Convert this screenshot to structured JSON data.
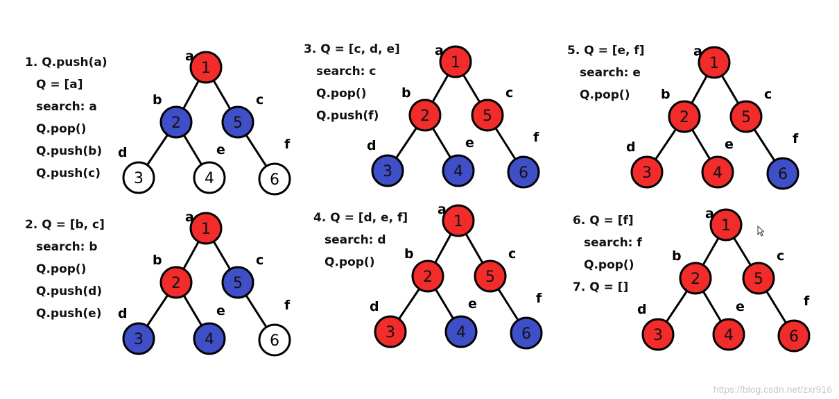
{
  "colors": {
    "visited": "#f22b2b",
    "queued": "#3f4fc8",
    "unvisited": "#ffffff",
    "edge": "#000000"
  },
  "tree": {
    "nodes": [
      {
        "id": "a",
        "value": "1",
        "parent": null
      },
      {
        "id": "b",
        "value": "2",
        "parent": "a"
      },
      {
        "id": "c",
        "value": "5",
        "parent": "a"
      },
      {
        "id": "d",
        "value": "3",
        "parent": "b"
      },
      {
        "id": "e",
        "value": "4",
        "parent": "b"
      },
      {
        "id": "f",
        "value": "6",
        "parent": "c"
      }
    ]
  },
  "panels": [
    {
      "lines": [
        "1. Q.push(a)",
        "Q = [a]",
        "search: a",
        "Q.pop()",
        "Q.push(b)",
        "Q.push(c)"
      ],
      "states": {
        "a": "visited",
        "b": "queued",
        "c": "queued",
        "d": "unvisited",
        "e": "unvisited",
        "f": "unvisited"
      }
    },
    {
      "lines": [
        "2. Q = [b, c]",
        "search: b",
        "Q.pop()",
        "Q.push(d)",
        "Q.push(e)"
      ],
      "states": {
        "a": "visited",
        "b": "visited",
        "c": "queued",
        "d": "queued",
        "e": "queued",
        "f": "unvisited"
      }
    },
    {
      "lines": [
        "3. Q = [c, d, e]",
        "search: c",
        "Q.pop()",
        "Q.push(f)"
      ],
      "states": {
        "a": "visited",
        "b": "visited",
        "c": "visited",
        "d": "queued",
        "e": "queued",
        "f": "queued"
      }
    },
    {
      "lines": [
        "4. Q = [d, e, f]",
        "search: d",
        "Q.pop()"
      ],
      "states": {
        "a": "visited",
        "b": "visited",
        "c": "visited",
        "d": "visited",
        "e": "queued",
        "f": "queued"
      }
    },
    {
      "lines": [
        "5. Q = [e, f]",
        "search: e",
        "Q.pop()"
      ],
      "states": {
        "a": "visited",
        "b": "visited",
        "c": "visited",
        "d": "visited",
        "e": "visited",
        "f": "queued"
      }
    },
    {
      "lines": [
        "6. Q = [f]",
        "search: f",
        "Q.pop()",
        "7. Q = []"
      ],
      "states": {
        "a": "visited",
        "b": "visited",
        "c": "visited",
        "d": "visited",
        "e": "visited",
        "f": "visited"
      }
    }
  ],
  "watermark": "https://blog.csdn.net/zxr916"
}
